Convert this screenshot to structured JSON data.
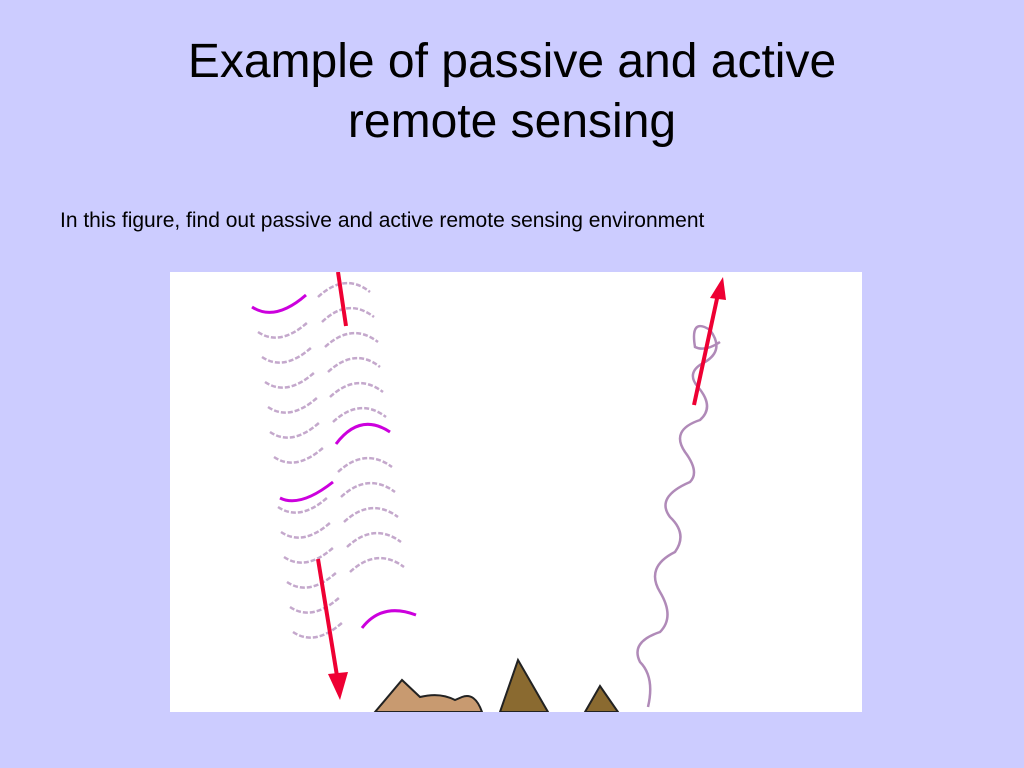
{
  "slide": {
    "title_line1": "Example of passive and active",
    "title_line2": "remote sensing",
    "body_text": "In this figure, find out passive and active remote sensing environment",
    "background_color": "#ccccff"
  },
  "figure": {
    "description": "Remote sensing illustration: incoming wavy radiation with downward red arrow, ground terrain (hills), and outgoing wavy emitted/reflected signal with upward red arrow",
    "colors": {
      "arrow": "#ee0033",
      "wave_light": "#c0a0c8",
      "wave_highlight": "#cc00dd",
      "hill_light": "#c89a70",
      "hill_dark": "#8a6a30"
    }
  }
}
